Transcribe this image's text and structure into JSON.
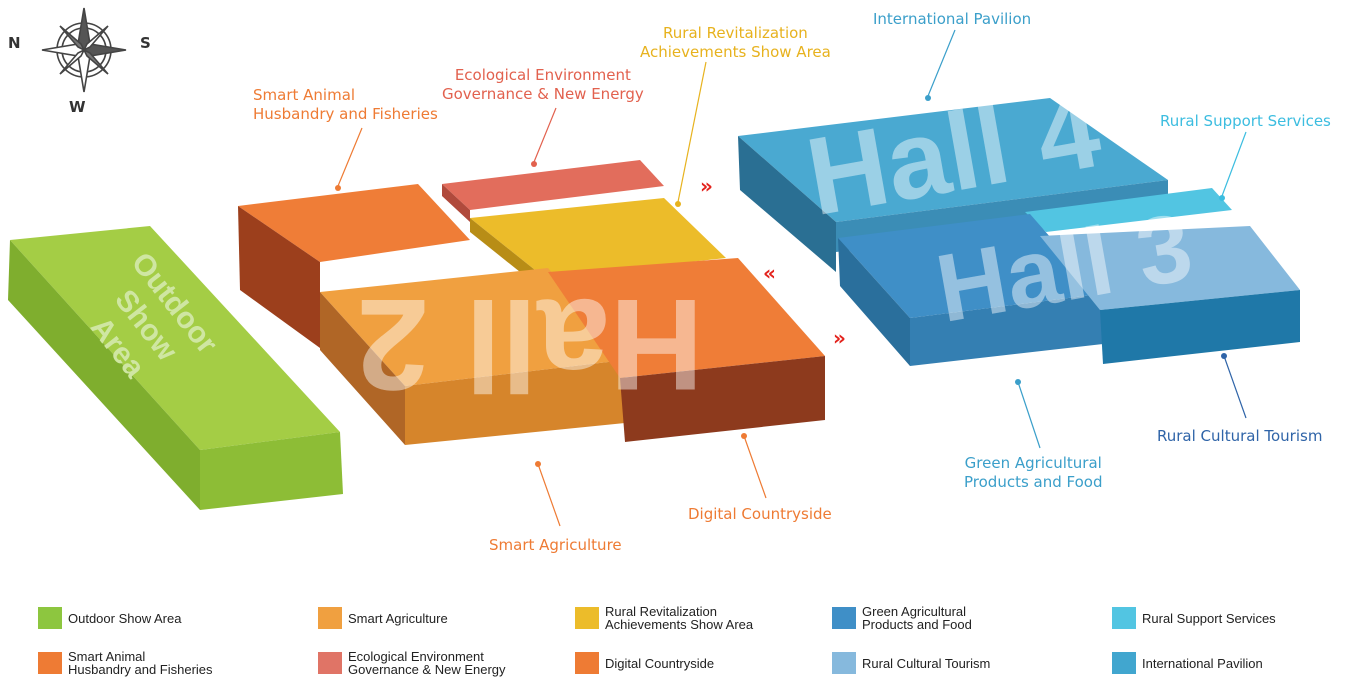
{
  "compass": {
    "north": "N",
    "south": "S",
    "west": "W"
  },
  "halls": {
    "outdoor": [
      "Outdoor",
      "Show",
      "Area"
    ],
    "hall2": "Hall 2",
    "hall3": "Hall 3",
    "hall4": "Hall 4"
  },
  "callouts": {
    "smart_animal": "Smart Animal\nHusbandry and Fisheries",
    "ecological": "Ecological Environment\nGovernance & New Energy",
    "rural_revitalization": "Rural Revitalization\nAchievements Show Area",
    "international": "International Pavilion",
    "rural_support": "Rural Support Services",
    "rural_cultural": "Rural Cultural Tourism",
    "green_agri": "Green Agricultural\nProducts and Food",
    "digital": "Digital Countryside",
    "smart_agri": "Smart Agriculture"
  },
  "legend": [
    {
      "label": "Outdoor Show Area",
      "color": "#8dc63f"
    },
    {
      "label": "Smart Agriculture",
      "color": "#f0a040"
    },
    {
      "label": "Rural Revitalization\nAchievements Show Area",
      "color": "#ecbc2a"
    },
    {
      "label": "Green Agricultural\nProducts and Food",
      "color": "#3f8fc7"
    },
    {
      "label": "Rural Support Services",
      "color": "#52c5e2"
    },
    {
      "label": "Smart Animal\nHusbandry and Fisheries",
      "color": "#ee7b34"
    },
    {
      "label": "Ecological Environment\nGovernance & New Energy",
      "color": "#e07466"
    },
    {
      "label": "Digital Countryside",
      "color": "#ee7b34"
    },
    {
      "label": "Rural Cultural Tourism",
      "color": "#86b9dd"
    },
    {
      "label": "International Pavilion",
      "color": "#41a6cf"
    }
  ]
}
